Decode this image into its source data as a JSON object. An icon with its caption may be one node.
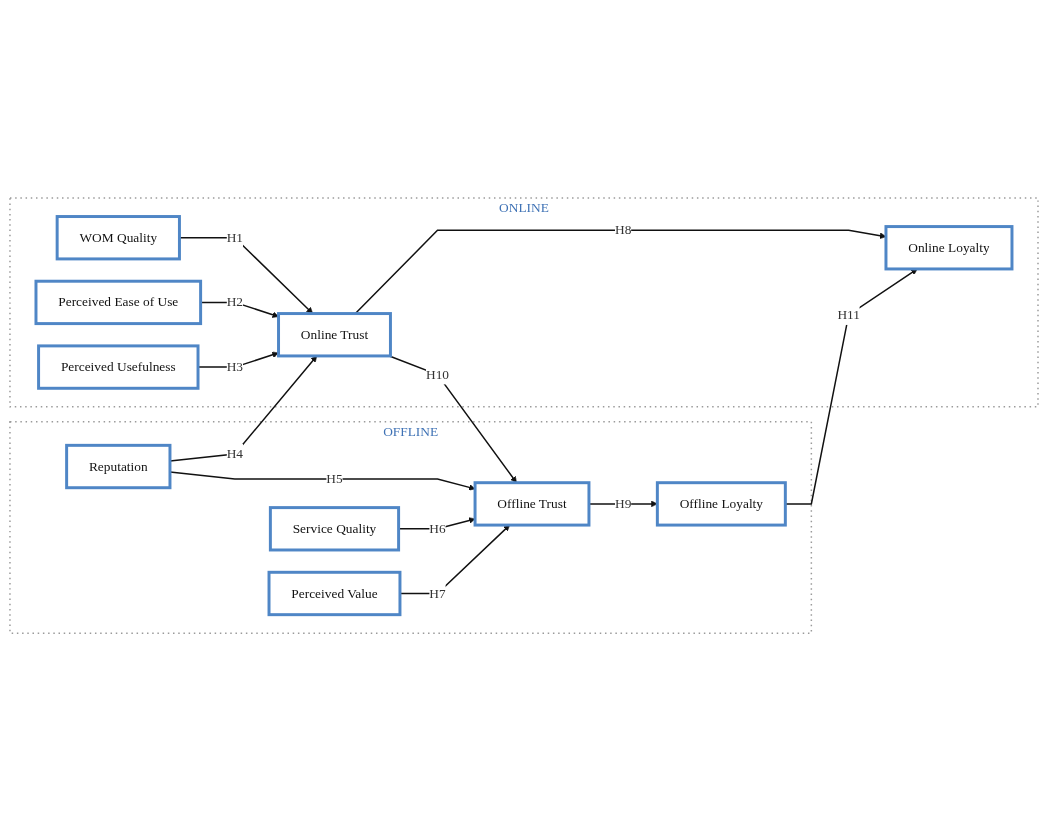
{
  "diagram": {
    "nodes": [
      {
        "text": [
          "ONLINE"
        ]
      },
      {
        "text": [
          "WOM Quality"
        ],
        "in": 0
      },
      {
        "text": [
          "Perceived Ease of Use"
        ],
        "in": 0
      },
      {
        "text": [
          "Perceived Usefulness"
        ],
        "in": 0
      },
      {
        "text": [
          "Online Trust"
        ],
        "in": 0
      },
      {
        "text": [
          "Online Loyalty"
        ],
        "in": 0
      },
      {
        "text": [
          "OFFLINE"
        ]
      },
      {
        "text": [
          "Reputation"
        ],
        "in": 6
      },
      {
        "text": [
          "Service Quality"
        ],
        "in": 6
      },
      {
        "text": [
          "Perceived Value"
        ],
        "in": 6
      },
      {
        "text": [
          "Offline Trust"
        ],
        "in": 6
      },
      {
        "text": [
          "Offline Loyalty"
        ],
        "in": 6
      }
    ],
    "edges": [
      {
        "from": 1,
        "to": 4,
        "arrow": "to",
        "label": "H1"
      },
      {
        "from": 2,
        "to": 4,
        "arrow": "to",
        "label": "H2"
      },
      {
        "from": 3,
        "to": 4,
        "arrow": "to",
        "label": "H3"
      },
      {
        "from": 7,
        "to": 4,
        "arrow": "to",
        "label": "H4"
      },
      {
        "from": 7,
        "to": 10,
        "arrow": "to",
        "label": "H5"
      },
      {
        "from": 8,
        "to": 10,
        "arrow": "to",
        "label": "H6"
      },
      {
        "from": 9,
        "to": 10,
        "arrow": "to",
        "label": "H7"
      },
      {
        "from": 4,
        "to": 5,
        "arrow": "to",
        "label": "H8"
      },
      {
        "from": 10,
        "to": 11,
        "arrow": "to",
        "label": "H9"
      },
      {
        "from": 4,
        "to": 10,
        "arrow": "to",
        "label": "H10"
      },
      {
        "from": 11,
        "to": 5,
        "arrow": "to",
        "label": "H11"
      }
    ]
  }
}
